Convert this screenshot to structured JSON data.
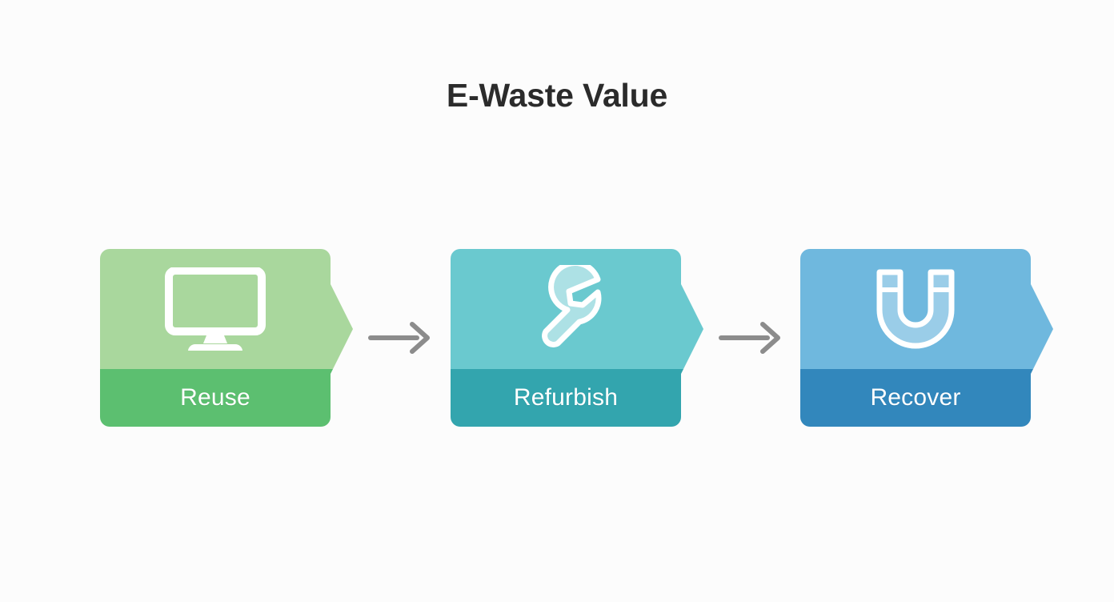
{
  "page": {
    "title": "E-Waste Value",
    "background_color": "#fcfcfc",
    "title_color": "#2b2b2b"
  },
  "diagram": {
    "type": "process-flow",
    "direction": "left-to-right",
    "stage_count": 3,
    "connector_color": "#8c8c8c",
    "stages": [
      {
        "label": "Reuse",
        "icon": "monitor-icon",
        "body_color": "#a9d79d",
        "footer_color": "#5cbf70",
        "label_color": "#ffffff"
      },
      {
        "label": "Refurbish",
        "icon": "wrench-icon",
        "body_color": "#6ac9cf",
        "footer_color": "#33a5ae",
        "label_color": "#ffffff"
      },
      {
        "label": "Recover",
        "icon": "magnet-icon",
        "body_color": "#6fb8de",
        "footer_color": "#3287bc",
        "label_color": "#ffffff"
      }
    ],
    "connectors": [
      {
        "name": "arrow-reuse-to-refurbish",
        "icon": "arrow-right-icon"
      },
      {
        "name": "arrow-refurbish-to-recover",
        "icon": "arrow-right-icon"
      }
    ]
  }
}
